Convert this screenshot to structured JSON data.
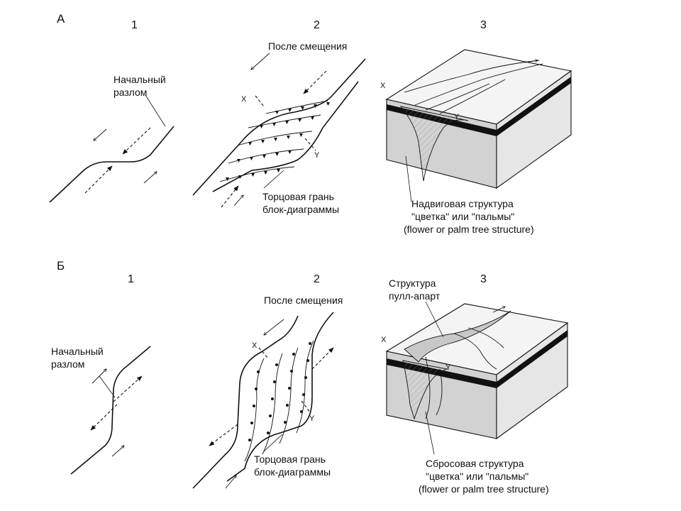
{
  "panel_a": {
    "letter": "А",
    "col_numbers": [
      "1",
      "2",
      "3"
    ],
    "initial_fault": [
      "Начальный",
      "разлом"
    ],
    "after_shift": "После смещения",
    "end_face": [
      "Торцовая грань",
      "блок-диаграммы"
    ],
    "structure_label": [
      "Надвиговая структура",
      "\"цветка\" или \"пальмы\"",
      "(flower or palm tree structure)"
    ],
    "x_mark": "X",
    "y_mark": "Y"
  },
  "panel_b": {
    "letter": "Б",
    "col_numbers": [
      "1",
      "2",
      "3"
    ],
    "initial_fault": [
      "Начальный",
      "разлом"
    ],
    "after_shift": "После смещения",
    "end_face": [
      "Торцовая грань",
      "блок-диаграммы"
    ],
    "pull_apart": [
      "Структура",
      "пулл-апарт"
    ],
    "structure_label": [
      "Сбросовая структура",
      "\"цветка\" или \"пальмы\"",
      "(flower or palm tree structure)"
    ],
    "x_mark": "X",
    "y_mark": "Y"
  }
}
